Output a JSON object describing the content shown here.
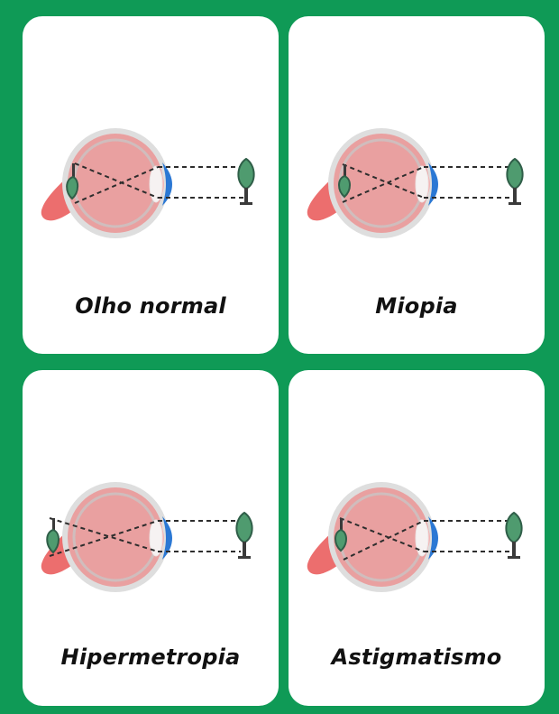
{
  "cards": [
    {
      "label": "Olho normal"
    },
    {
      "label": "Miopia"
    },
    {
      "label": "Hipermetropia"
    },
    {
      "label": "Astigmatismo"
    }
  ],
  "colors": {
    "board_background": "#0f9a56",
    "card_background": "#ffffff",
    "sclera_fill": "#e9a0a0",
    "sclera_outline": "#dedede",
    "optic_nerve": "#ec6e6e",
    "cornea": "#2b78d4",
    "tree_leaf": "#4f9b6f",
    "tree_outline": "#2f5e48",
    "tree_trunk": "#3a3a3a",
    "ray_stroke": "#2d2d2d"
  },
  "icons": {
    "eye": "eye-diagram-icon",
    "tree": "tree-icon",
    "inverted_tree": "inverted-tree-icon"
  }
}
